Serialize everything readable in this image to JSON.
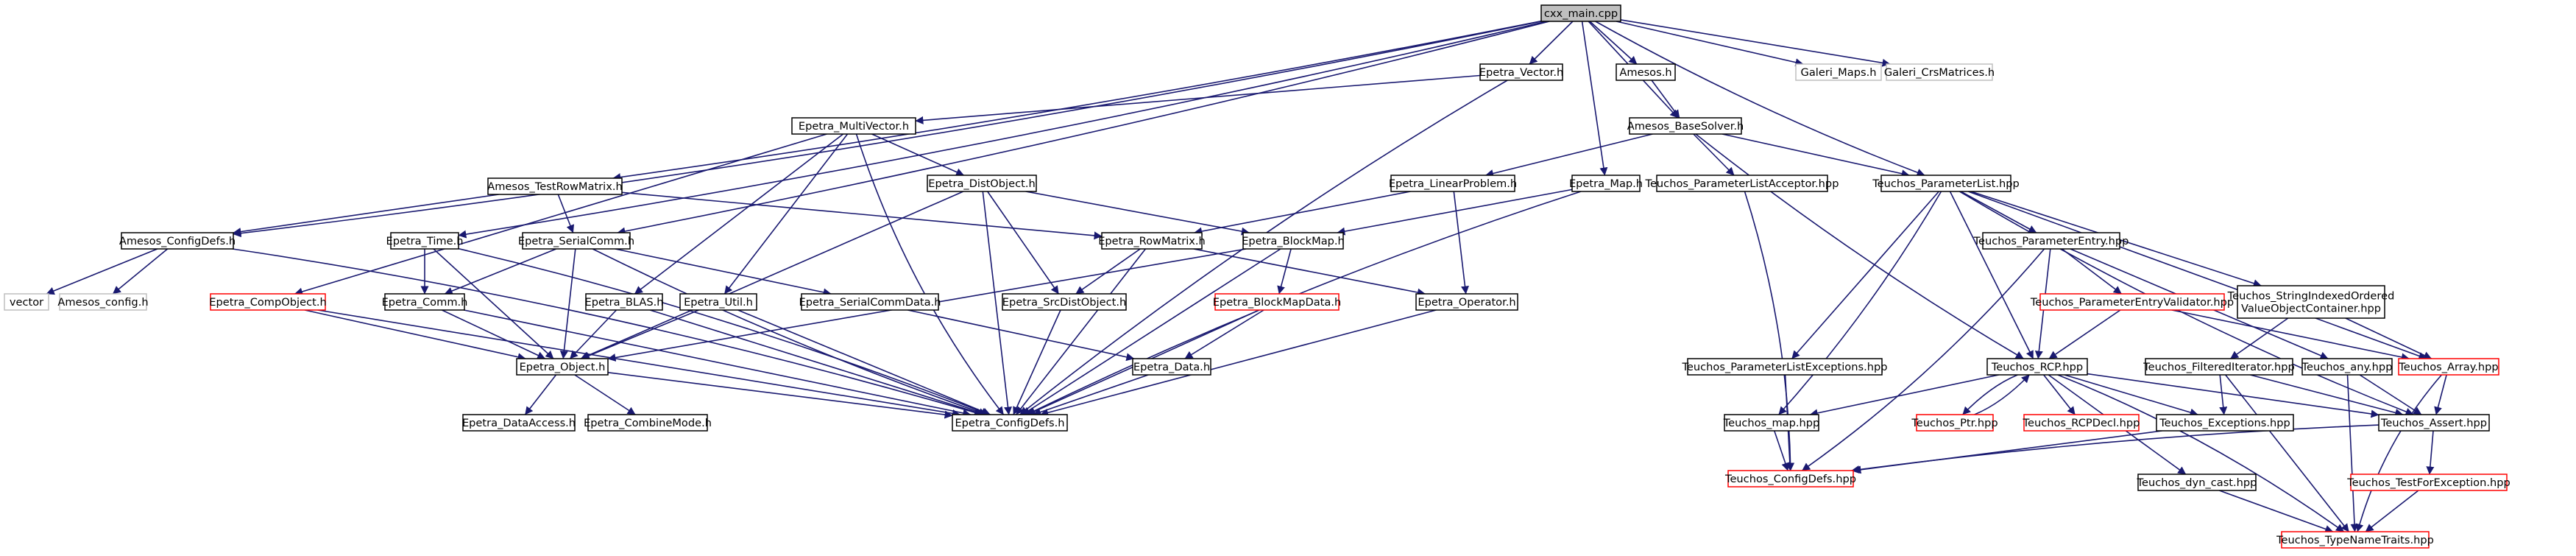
{
  "title": "cxx_main.cpp",
  "colors": {
    "edge": "#191970",
    "root_fill": "#bfbfbf",
    "normal_border": "#000000",
    "red_border": "#ff0000",
    "gray_border": "#bfbfbf",
    "text": "#000000",
    "background": "#ffffff"
  },
  "nodes": [
    {
      "id": "cxx_main",
      "label": "cxx_main.cpp",
      "style": "root"
    },
    {
      "id": "epetra_vector",
      "label": "Epetra_Vector.h",
      "style": "normal"
    },
    {
      "id": "amesos",
      "label": "Amesos.h",
      "style": "normal"
    },
    {
      "id": "galeri_maps",
      "label": "Galeri_Maps.h",
      "style": "gray"
    },
    {
      "id": "galeri_crs",
      "label": "Galeri_CrsMatrices.h",
      "style": "gray"
    },
    {
      "id": "epetra_multivector",
      "label": "Epetra_MultiVector.h",
      "style": "normal"
    },
    {
      "id": "amesos_basesolver",
      "label": "Amesos_BaseSolver.h",
      "style": "normal"
    },
    {
      "id": "epetra_distobject",
      "label": "Epetra_DistObject.h",
      "style": "normal"
    },
    {
      "id": "epetra_linearproblem",
      "label": "Epetra_LinearProblem.h",
      "style": "normal"
    },
    {
      "id": "epetra_map",
      "label": "Epetra_Map.h",
      "style": "normal"
    },
    {
      "id": "teuchos_placcept",
      "label": "Teuchos_ParameterListAcceptor.hpp",
      "style": "normal"
    },
    {
      "id": "teuchos_paramlist",
      "label": "Teuchos_ParameterList.hpp",
      "style": "normal"
    },
    {
      "id": "amesos_testrowmatrix",
      "label": "Amesos_TestRowMatrix.h",
      "style": "normal"
    },
    {
      "id": "amesos_configdefs",
      "label": "Amesos_ConfigDefs.h",
      "style": "normal"
    },
    {
      "id": "epetra_time",
      "label": "Epetra_Time.h",
      "style": "normal"
    },
    {
      "id": "epetra_serialcomm",
      "label": "Epetra_SerialComm.h",
      "style": "normal"
    },
    {
      "id": "epetra_rowmatrix",
      "label": "Epetra_RowMatrix.h",
      "style": "normal"
    },
    {
      "id": "epetra_blockmap",
      "label": "Epetra_BlockMap.h",
      "style": "normal"
    },
    {
      "id": "teuchos_paramentry",
      "label": "Teuchos_ParameterEntry.hpp",
      "style": "normal"
    },
    {
      "id": "teuchos_sivoc",
      "label": "Teuchos_StringIndexedOrdered\nValueObjectContainer.hpp",
      "style": "normal"
    },
    {
      "id": "vector",
      "label": "vector",
      "style": "gray"
    },
    {
      "id": "amesos_config",
      "label": "Amesos_config.h",
      "style": "gray"
    },
    {
      "id": "epetra_compobject",
      "label": "Epetra_CompObject.h",
      "style": "red"
    },
    {
      "id": "epetra_comm",
      "label": "Epetra_Comm.h",
      "style": "normal"
    },
    {
      "id": "epetra_blas",
      "label": "Epetra_BLAS.h",
      "style": "normal"
    },
    {
      "id": "epetra_util",
      "label": "Epetra_Util.h",
      "style": "normal"
    },
    {
      "id": "epetra_serialcommdata",
      "label": "Epetra_SerialCommData.h",
      "style": "normal"
    },
    {
      "id": "epetra_srcdistobject",
      "label": "Epetra_SrcDistObject.h",
      "style": "normal"
    },
    {
      "id": "epetra_blockmapdata",
      "label": "Epetra_BlockMapData.h",
      "style": "red"
    },
    {
      "id": "epetra_operator",
      "label": "Epetra_Operator.h",
      "style": "normal"
    },
    {
      "id": "teuchos_pevalidator",
      "label": "Teuchos_ParameterEntryValidator.hpp",
      "style": "red"
    },
    {
      "id": "epetra_object",
      "label": "Epetra_Object.h",
      "style": "normal"
    },
    {
      "id": "epetra_data",
      "label": "Epetra_Data.h",
      "style": "normal"
    },
    {
      "id": "teuchos_plexceptions",
      "label": "Teuchos_ParameterListExceptions.hpp",
      "style": "normal"
    },
    {
      "id": "teuchos_rcp",
      "label": "Teuchos_RCP.hpp",
      "style": "normal"
    },
    {
      "id": "teuchos_filtered",
      "label": "Teuchos_FilteredIterator.hpp",
      "style": "normal"
    },
    {
      "id": "teuchos_any",
      "label": "Teuchos_any.hpp",
      "style": "normal"
    },
    {
      "id": "teuchos_array",
      "label": "Teuchos_Array.hpp",
      "style": "red"
    },
    {
      "id": "epetra_dataaccess",
      "label": "Epetra_DataAccess.h",
      "style": "normal"
    },
    {
      "id": "epetra_combinemode",
      "label": "Epetra_CombineMode.h",
      "style": "normal"
    },
    {
      "id": "epetra_configdefs",
      "label": "Epetra_ConfigDefs.h",
      "style": "normal"
    },
    {
      "id": "teuchos_map",
      "label": "Teuchos_map.hpp",
      "style": "normal"
    },
    {
      "id": "teuchos_ptr",
      "label": "Teuchos_Ptr.hpp",
      "style": "red"
    },
    {
      "id": "teuchos_rcpdecl",
      "label": "Teuchos_RCPDecl.hpp",
      "style": "red"
    },
    {
      "id": "teuchos_exceptions",
      "label": "Teuchos_Exceptions.hpp",
      "style": "normal"
    },
    {
      "id": "teuchos_assert",
      "label": "Teuchos_Assert.hpp",
      "style": "normal"
    },
    {
      "id": "teuchos_configdefs",
      "label": "Teuchos_ConfigDefs.hpp",
      "style": "red"
    },
    {
      "id": "teuchos_dyncast",
      "label": "Teuchos_dyn_cast.hpp",
      "style": "normal"
    },
    {
      "id": "teuchos_testforexc",
      "label": "Teuchos_TestForException.hpp",
      "style": "red"
    },
    {
      "id": "teuchos_typenametraits",
      "label": "Teuchos_TypeNameTraits.hpp",
      "style": "red"
    }
  ],
  "edges": [
    [
      "cxx_main",
      "epetra_vector"
    ],
    [
      "cxx_main",
      "amesos"
    ],
    [
      "cxx_main",
      "galeri_maps"
    ],
    [
      "cxx_main",
      "galeri_crs"
    ],
    [
      "cxx_main",
      "epetra_map"
    ],
    [
      "cxx_main",
      "amesos_basesolver"
    ],
    [
      "cxx_main",
      "teuchos_paramlist"
    ],
    [
      "cxx_main",
      "amesos_testrowmatrix"
    ],
    [
      "cxx_main",
      "amesos_configdefs"
    ],
    [
      "cxx_main",
      "epetra_time"
    ],
    [
      "cxx_main",
      "epetra_serialcomm"
    ],
    [
      "epetra_vector",
      "epetra_multivector"
    ],
    [
      "epetra_vector",
      "epetra_configdefs"
    ],
    [
      "amesos",
      "amesos_basesolver"
    ],
    [
      "amesos_basesolver",
      "epetra_linearproblem"
    ],
    [
      "amesos_basesolver",
      "teuchos_placcept"
    ],
    [
      "amesos_basesolver",
      "teuchos_paramlist"
    ],
    [
      "amesos_basesolver",
      "teuchos_rcp"
    ],
    [
      "epetra_multivector",
      "epetra_distobject"
    ],
    [
      "epetra_multivector",
      "epetra_compobject"
    ],
    [
      "epetra_multivector",
      "epetra_blas"
    ],
    [
      "epetra_multivector",
      "epetra_util"
    ],
    [
      "epetra_multivector",
      "epetra_configdefs"
    ],
    [
      "epetra_distobject",
      "epetra_object"
    ],
    [
      "epetra_distobject",
      "epetra_srcdistobject"
    ],
    [
      "epetra_distobject",
      "epetra_blockmap"
    ],
    [
      "epetra_distobject",
      "epetra_configdefs"
    ],
    [
      "epetra_linearproblem",
      "epetra_rowmatrix"
    ],
    [
      "epetra_linearproblem",
      "epetra_operator"
    ],
    [
      "epetra_map",
      "epetra_blockmap"
    ],
    [
      "epetra_map",
      "epetra_configdefs"
    ],
    [
      "teuchos_placcept",
      "teuchos_configdefs"
    ],
    [
      "teuchos_paramlist",
      "teuchos_paramentry"
    ],
    [
      "teuchos_paramlist",
      "teuchos_sivoc"
    ],
    [
      "teuchos_paramlist",
      "teuchos_plexceptions"
    ],
    [
      "teuchos_paramlist",
      "teuchos_rcp"
    ],
    [
      "teuchos_paramlist",
      "teuchos_array"
    ],
    [
      "teuchos_paramlist",
      "teuchos_assert"
    ],
    [
      "teuchos_paramlist",
      "teuchos_map"
    ],
    [
      "amesos_testrowmatrix",
      "amesos_configdefs"
    ],
    [
      "amesos_testrowmatrix",
      "epetra_serialcomm"
    ],
    [
      "amesos_testrowmatrix",
      "epetra_rowmatrix"
    ],
    [
      "amesos_configdefs",
      "vector"
    ],
    [
      "amesos_configdefs",
      "amesos_config"
    ],
    [
      "amesos_configdefs",
      "epetra_configdefs"
    ],
    [
      "epetra_time",
      "epetra_comm"
    ],
    [
      "epetra_time",
      "epetra_object"
    ],
    [
      "epetra_time",
      "epetra_configdefs"
    ],
    [
      "epetra_serialcomm",
      "epetra_comm"
    ],
    [
      "epetra_serialcomm",
      "epetra_serialcommdata"
    ],
    [
      "epetra_serialcomm",
      "epetra_object"
    ],
    [
      "epetra_serialcomm",
      "epetra_configdefs"
    ],
    [
      "epetra_rowmatrix",
      "epetra_srcdistobject"
    ],
    [
      "epetra_rowmatrix",
      "epetra_operator"
    ],
    [
      "epetra_rowmatrix",
      "epetra_configdefs"
    ],
    [
      "epetra_blockmap",
      "epetra_blockmapdata"
    ],
    [
      "epetra_blockmap",
      "epetra_object"
    ],
    [
      "epetra_blockmap",
      "epetra_configdefs"
    ],
    [
      "teuchos_paramentry",
      "teuchos_pevalidator"
    ],
    [
      "teuchos_paramentry",
      "teuchos_rcp"
    ],
    [
      "teuchos_paramentry",
      "teuchos_any"
    ],
    [
      "teuchos_paramentry",
      "teuchos_configdefs"
    ],
    [
      "teuchos_sivoc",
      "teuchos_array"
    ],
    [
      "teuchos_sivoc",
      "teuchos_filtered"
    ],
    [
      "epetra_compobject",
      "epetra_object"
    ],
    [
      "epetra_compobject",
      "epetra_configdefs"
    ],
    [
      "epetra_comm",
      "epetra_object"
    ],
    [
      "epetra_comm",
      "epetra_configdefs"
    ],
    [
      "epetra_blas",
      "epetra_object"
    ],
    [
      "epetra_blas",
      "epetra_configdefs"
    ],
    [
      "epetra_util",
      "epetra_object"
    ],
    [
      "epetra_util",
      "epetra_configdefs"
    ],
    [
      "epetra_serialcommdata",
      "epetra_data"
    ],
    [
      "epetra_srcdistobject",
      "epetra_configdefs"
    ],
    [
      "epetra_blockmapdata",
      "epetra_data"
    ],
    [
      "epetra_blockmapdata",
      "epetra_configdefs"
    ],
    [
      "epetra_operator",
      "epetra_configdefs"
    ],
    [
      "teuchos_pevalidator",
      "teuchos_rcp"
    ],
    [
      "teuchos_pevalidator",
      "teuchos_array"
    ],
    [
      "epetra_object",
      "epetra_dataaccess"
    ],
    [
      "epetra_object",
      "epetra_combinemode"
    ],
    [
      "epetra_object",
      "epetra_configdefs"
    ],
    [
      "epetra_data",
      "epetra_configdefs"
    ],
    [
      "teuchos_plexceptions",
      "teuchos_configdefs"
    ],
    [
      "teuchos_rcp",
      "teuchos_ptr"
    ],
    [
      "teuchos_rcp",
      "teuchos_rcpdecl"
    ],
    [
      "teuchos_rcp",
      "teuchos_exceptions"
    ],
    [
      "teuchos_rcp",
      "teuchos_dyncast"
    ],
    [
      "teuchos_rcp",
      "teuchos_assert"
    ],
    [
      "teuchos_rcp",
      "teuchos_map"
    ],
    [
      "teuchos_rcp",
      "teuchos_typenametraits"
    ],
    [
      "teuchos_ptr",
      "teuchos_rcp"
    ],
    [
      "teuchos_filtered",
      "teuchos_exceptions"
    ],
    [
      "teuchos_filtered",
      "teuchos_assert"
    ],
    [
      "teuchos_filtered",
      "teuchos_typenametraits"
    ],
    [
      "teuchos_any",
      "teuchos_assert"
    ],
    [
      "teuchos_any",
      "teuchos_typenametraits"
    ],
    [
      "teuchos_array",
      "teuchos_assert"
    ],
    [
      "teuchos_array",
      "teuchos_typenametraits"
    ],
    [
      "teuchos_map",
      "teuchos_configdefs"
    ],
    [
      "teuchos_exceptions",
      "teuchos_configdefs"
    ],
    [
      "teuchos_assert",
      "teuchos_testforexc"
    ],
    [
      "teuchos_assert",
      "teuchos_configdefs"
    ],
    [
      "teuchos_dyncast",
      "teuchos_typenametraits"
    ],
    [
      "teuchos_testforexc",
      "teuchos_typenametraits"
    ]
  ]
}
